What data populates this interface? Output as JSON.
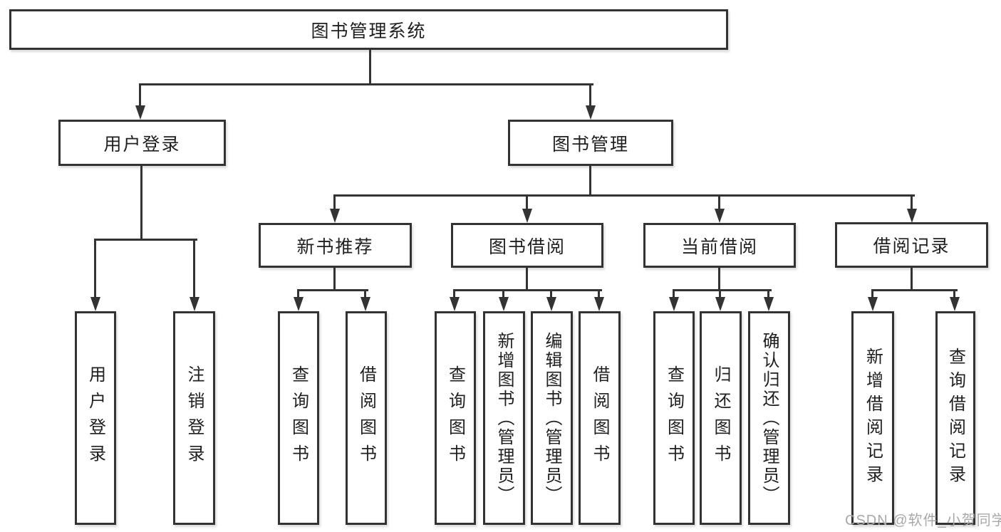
{
  "diagram": {
    "nodes": {
      "root": "图书管理系统",
      "userLogin": "用户登录",
      "bookMgmt": "图书管理",
      "newBookRec": "新书推荐",
      "bookBorrow": "图书借阅",
      "currentBorrow": "当前借阅",
      "borrowRecords": "借阅记录",
      "leafLogin": "用户登录",
      "leafLogout": "注销登录",
      "nbQueryBook": "查询图书",
      "nbBorrowBook": "借阅图书",
      "bbQueryBook": "查询图书",
      "bbAddBook": "新增图书（管理员）",
      "bbEditBook": "编辑图书（管理员）",
      "bbBorrowBook": "借阅图书",
      "cbQueryBook": "查询图书",
      "cbReturnBook": "归还图书",
      "cbConfirmReturn": "确认归还（管理员）",
      "brAddRecord": "新增借阅记录",
      "brQueryRecord": "查询借阅记录"
    },
    "colors": {
      "line": "#333333",
      "text": "#1f1f1f",
      "watermark": "#a8a8a8",
      "background": "#ffffff"
    },
    "watermark": "CSDN @软件_小贺同学"
  }
}
